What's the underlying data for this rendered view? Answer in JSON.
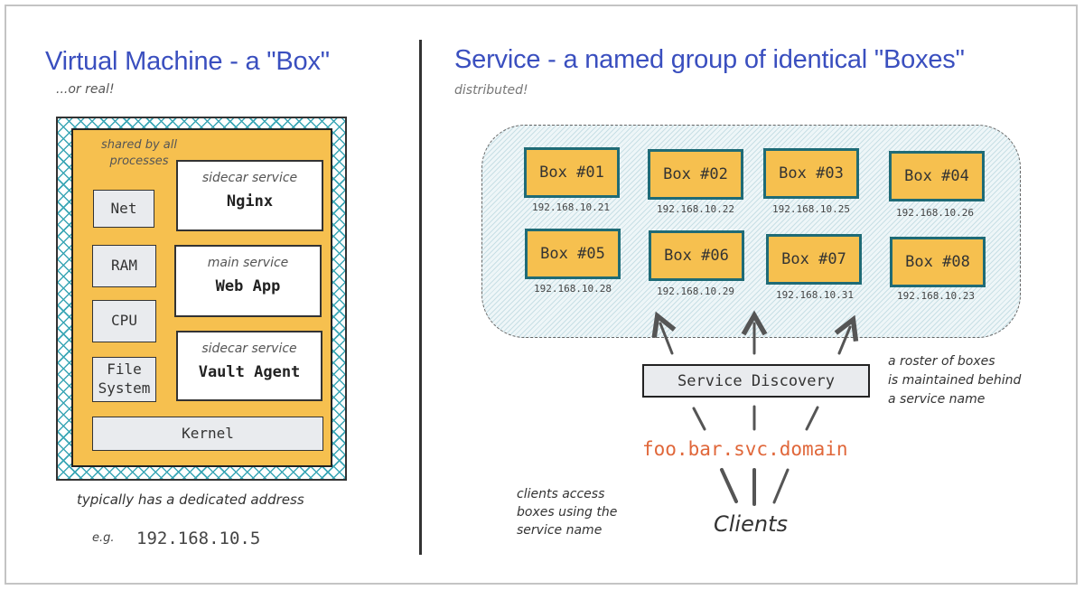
{
  "left_panel": {
    "title": "Virtual Machine - a \"Box\"",
    "subtitle": "...or real!",
    "shared_note": "shared by all processes",
    "resources": [
      {
        "label": "Net"
      },
      {
        "label": "RAM"
      },
      {
        "label": "CPU"
      },
      {
        "label": "File System"
      }
    ],
    "kernel": "Kernel",
    "services": [
      {
        "type": "sidecar service",
        "name": "Nginx"
      },
      {
        "type": "main service",
        "name": "Web App"
      },
      {
        "type": "sidecar service",
        "name": "Vault Agent"
      }
    ],
    "address_note": "typically has a dedicated address",
    "example_prefix": "e.g.",
    "example_ip": "192.168.10.5"
  },
  "right_panel": {
    "title": "Service - a named group of identical \"Boxes\"",
    "subtitle": "distributed!",
    "boxes": [
      {
        "name": "Box #01",
        "ip": "192.168.10.21"
      },
      {
        "name": "Box #02",
        "ip": "192.168.10.22"
      },
      {
        "name": "Box #03",
        "ip": "192.168.10.25"
      },
      {
        "name": "Box #04",
        "ip": "192.168.10.26"
      },
      {
        "name": "Box #05",
        "ip": "192.168.10.28"
      },
      {
        "name": "Box #06",
        "ip": "192.168.10.29"
      },
      {
        "name": "Box #07",
        "ip": "192.168.10.31"
      },
      {
        "name": "Box #08",
        "ip": "192.168.10.23"
      }
    ],
    "service_discovery": "Service Discovery",
    "roster_note": [
      "a roster of boxes",
      "is maintained behind",
      "a service name"
    ],
    "service_name": "foo.bar.svc.domain",
    "clients": "Clients",
    "clients_note": [
      "clients access",
      "boxes using the",
      "service name"
    ]
  },
  "colors": {
    "title": "#3a4fbf",
    "box_fill": "#f6c04f",
    "box_border": "#1f6b76",
    "hatch": "#3aa6b5",
    "service_name": "#e0673a"
  }
}
